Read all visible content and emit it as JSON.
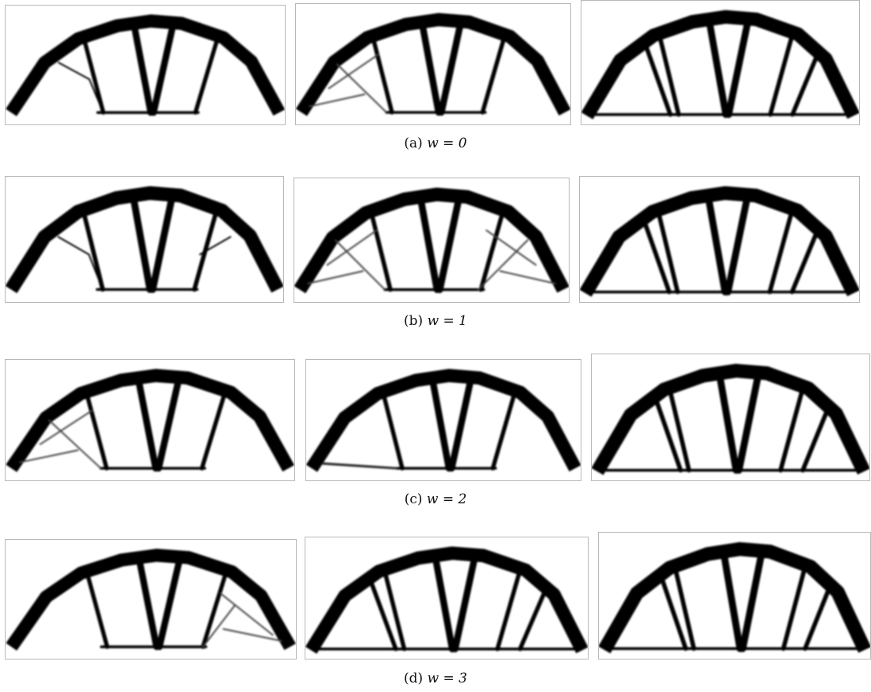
{
  "figure": {
    "rows": [
      {
        "caption_label": "(a)",
        "caption_math": "w = 0",
        "designs": [
          {
            "name": "design-a-1",
            "thin_members": "left-two-diagonals"
          },
          {
            "name": "design-a-2",
            "thin_members": "left-crossing-diagonals"
          },
          {
            "name": "design-a-3",
            "thin_members": "none"
          }
        ]
      },
      {
        "caption_label": "(b)",
        "caption_math": "w = 1",
        "designs": [
          {
            "name": "design-b-1",
            "thin_members": "both-side-diagonals"
          },
          {
            "name": "design-b-2",
            "thin_members": "both-side-crossings"
          },
          {
            "name": "design-b-3",
            "thin_members": "none"
          }
        ]
      },
      {
        "caption_label": "(c)",
        "caption_math": "w = 2",
        "designs": [
          {
            "name": "design-c-1",
            "thin_members": "left-crossing-diagonals"
          },
          {
            "name": "design-c-2",
            "thin_members": "left-bottom-chord"
          },
          {
            "name": "design-c-3",
            "thin_members": "none"
          }
        ]
      },
      {
        "caption_label": "(d)",
        "caption_math": "w = 3",
        "designs": [
          {
            "name": "design-d-1",
            "thin_members": "right-crossing-diagonals"
          },
          {
            "name": "design-d-2",
            "thin_members": "none"
          },
          {
            "name": "design-d-3",
            "thin_members": "none"
          }
        ]
      }
    ]
  }
}
